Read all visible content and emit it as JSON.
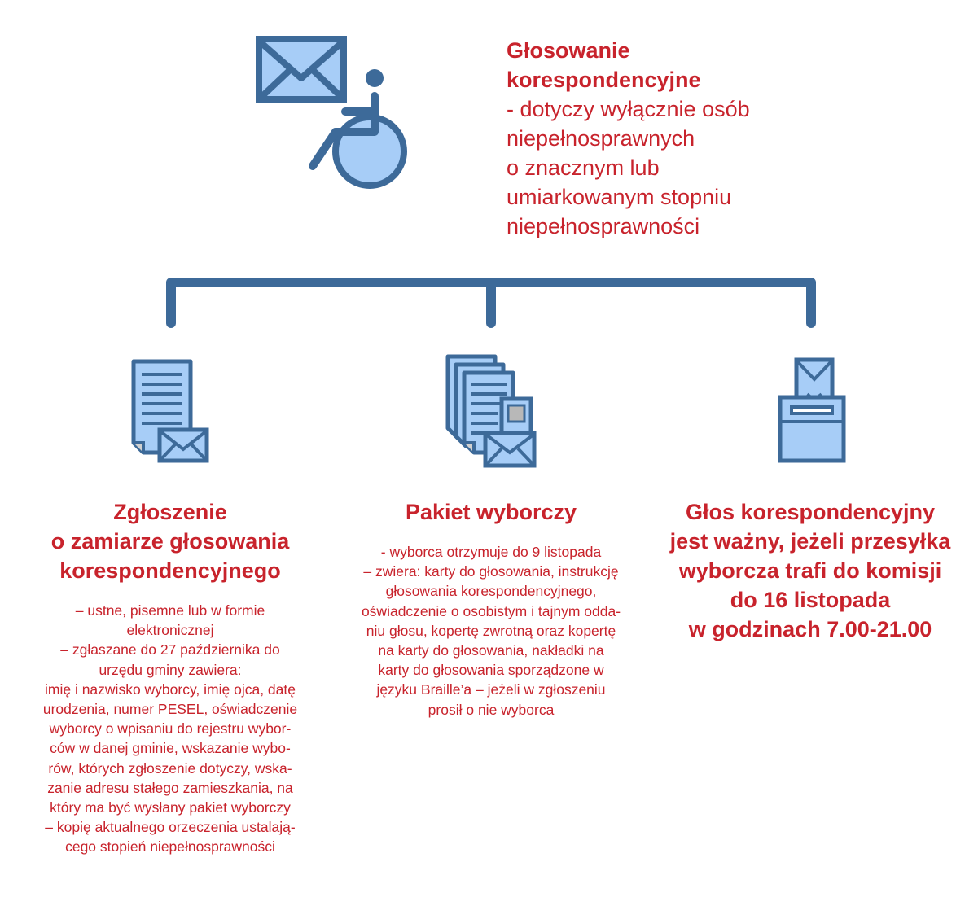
{
  "header": {
    "title_lines": [
      "Głosowanie",
      "korespondencyjne"
    ],
    "desc_lines": [
      "- dotyczy wyłącznie osób",
      "niepełnosprawnych",
      "o znacznym lub",
      "umiarkowanym stopniu",
      "niepełnosprawności"
    ]
  },
  "columns": [
    {
      "title_lines": [
        "Zgłoszenie",
        "o zamiarze głosowania",
        "korespondencyjnego"
      ],
      "body_lines": [
        "– ustne, pisemne lub w formie",
        "elektronicznej",
        "– zgłaszane do 27 października do",
        "urzędu gminy zawiera:",
        "imię i nazwisko wyborcy, imię ojca, datę",
        "urodzenia, numer PESEL, oświadczenie",
        "wyborcy o wpisaniu do rejestru wybor-",
        "ców w danej gminie, wskazanie wybo-",
        "rów, których zgłoszenie dotyczy, wska-",
        "zanie adresu stałego zamieszkania, na",
        "który ma być wysłany pakiet wyborczy",
        "– kopię aktualnego orzeczenia ustalają-",
        "cego stopień niepełnosprawności"
      ]
    },
    {
      "title_lines": [
        "Pakiet wyborczy"
      ],
      "body_lines": [
        "- wyborca otrzymuje do 9 listopada",
        "– zwiera: karty do głosowania, instrukcję",
        "głosowania korespondencyjnego,",
        "oświadczenie o osobistym i tajnym odda-",
        "niu głosu, kopertę zwrotną oraz kopertę",
        "na karty do głosowania, nakładki na",
        "karty do głosowania sporządzone w",
        "języku Braille’a – jeżeli w zgłoszeniu",
        "prosił o nie wyborca"
      ]
    },
    {
      "title_lines": [
        "Głos korespondencyjny",
        "jest ważny, jeżeli przesyłka",
        "wyborcza trafi do komisji",
        "do 16 listopada",
        "w godzinach 7.00-21.00"
      ],
      "body_lines": []
    }
  ],
  "icons": [
    "envelope-icon",
    "wheelchair-icon",
    "document-envelope-icon",
    "documents-package-icon",
    "ballot-box-icon"
  ],
  "colors": {
    "accent_red": "#c8232c",
    "icon_stroke": "#3d6a99",
    "icon_fill": "#a7cdf7",
    "text_gray": "#333333"
  }
}
